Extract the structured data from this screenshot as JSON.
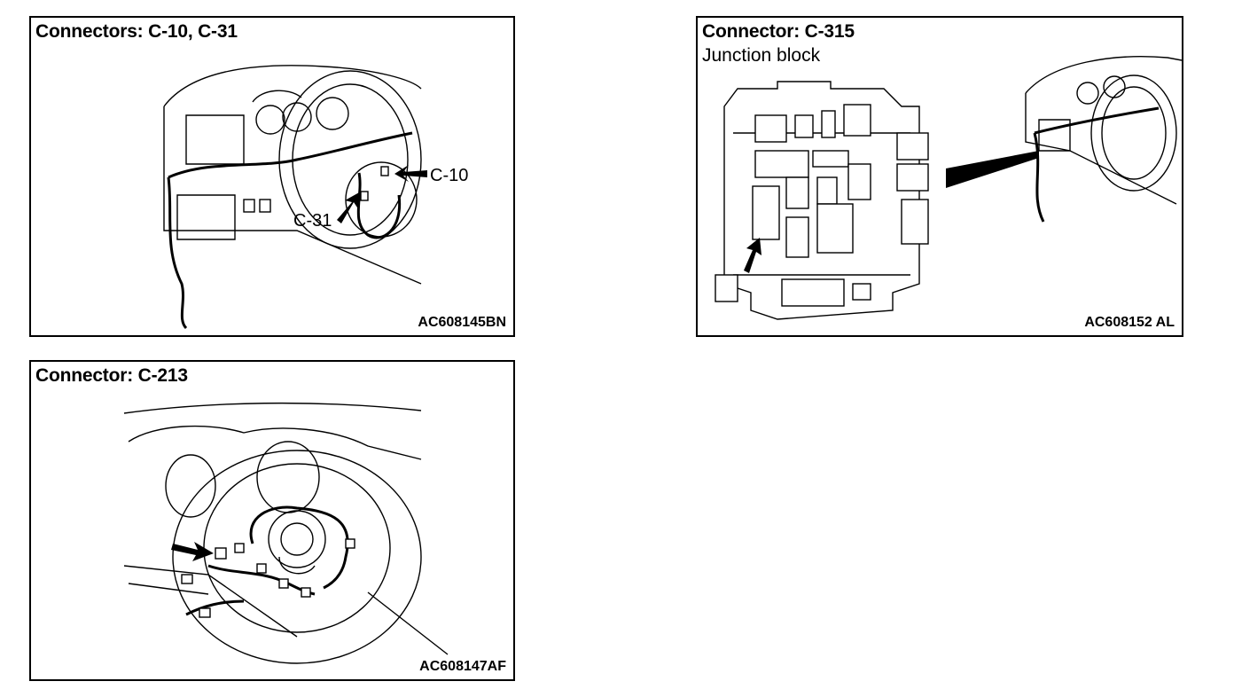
{
  "panels": [
    {
      "title": "Connectors: C-10, C-31",
      "code": "AC608145BN",
      "callouts": [
        "C-10",
        "C-31"
      ]
    },
    {
      "title": "Connector: C-315",
      "subtitle": "Junction block",
      "code": "AC608152 AL"
    },
    {
      "title": "Connector: C-213",
      "code": "AC608147AF"
    }
  ],
  "icons": [
    "pointer-arrow-icon"
  ]
}
